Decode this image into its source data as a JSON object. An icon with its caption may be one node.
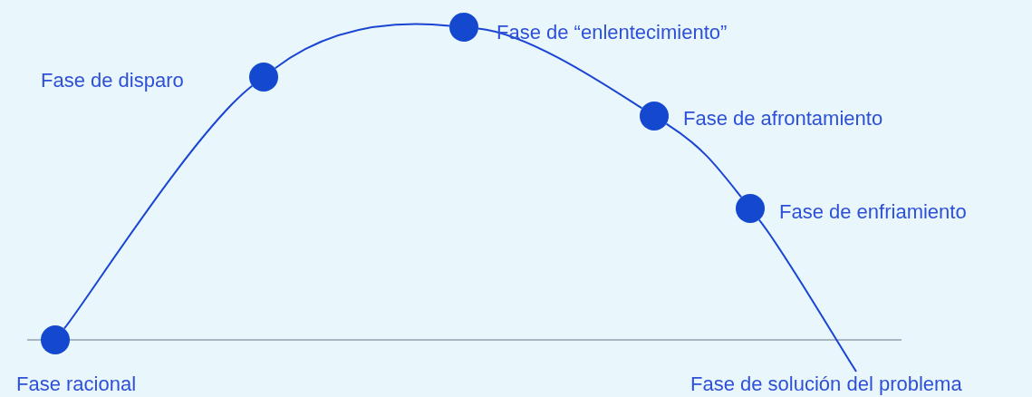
{
  "diagram": {
    "nodes": [
      {
        "text": [],
        "shape": "circle",
        "beside": [
          "Fase racional"
        ]
      },
      {
        "text": [],
        "shape": "circle",
        "beside": [
          "Fase de disparo"
        ]
      },
      {
        "text": [],
        "shape": "circle",
        "beside": [
          "Fase de “enlentecimiento”"
        ]
      },
      {
        "text": [],
        "shape": "circle",
        "beside": [
          "Fase de afrontamiento"
        ]
      },
      {
        "text": [],
        "shape": "circle",
        "beside": [
          "Fase de enfriamiento"
        ]
      },
      {
        "text": [
          "Fase de solución del problema"
        ]
      }
    ],
    "edges": [
      {
        "from": 0,
        "to": 1,
        "arrow": "none"
      },
      {
        "from": 1,
        "to": 2,
        "arrow": "none"
      },
      {
        "from": 2,
        "to": 3,
        "arrow": "none"
      },
      {
        "from": 3,
        "to": 4,
        "arrow": "none"
      },
      {
        "from": 4,
        "to": 5,
        "arrow": "none"
      }
    ]
  }
}
